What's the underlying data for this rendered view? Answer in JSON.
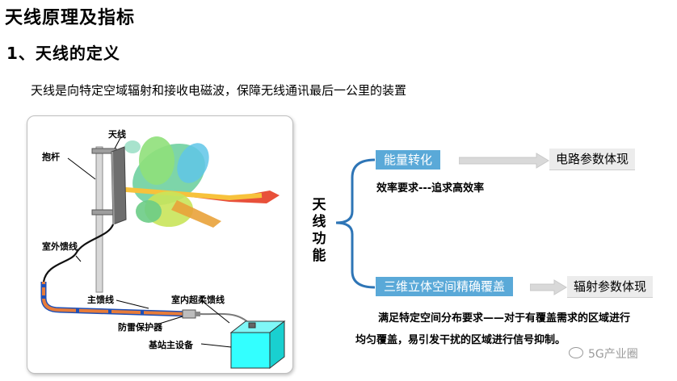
{
  "page": {
    "title": "天线原理及指标",
    "subtitle": "1、天线的定义",
    "description": "天线是向特定空域辐射和接收电磁波，保障无线通讯最后一公里的装置"
  },
  "diagram": {
    "labels": {
      "antenna": "天线",
      "pole": "抱杆",
      "outdoor_feeder": "室外馈线",
      "main_feeder": "主馈线",
      "indoor_feeder": "室内超柔馈线",
      "lightning_protector": "防雷保护器",
      "base_station": "基站主设备"
    }
  },
  "functions": {
    "title": "天线功能",
    "items": [
      {
        "label": "能量转化",
        "result": "电路参数体现",
        "note": [
          "效率要求---追求高效率"
        ]
      },
      {
        "label": "三维立体空间精确覆盖",
        "result": "辐射参数体现",
        "note": [
          "满足特定空间分布要求——对于有覆盖需求的区域进行",
          "均匀覆盖，易引发干扰的区域进行信号抑制。"
        ]
      }
    ]
  },
  "watermark": "5G产业圈",
  "colors": {
    "box_blue": "#5aa9d8",
    "bracket_blue": "#2e75b6",
    "arrow_gray": "#d9d9d9",
    "equipment_cyan": "#33ffff"
  }
}
